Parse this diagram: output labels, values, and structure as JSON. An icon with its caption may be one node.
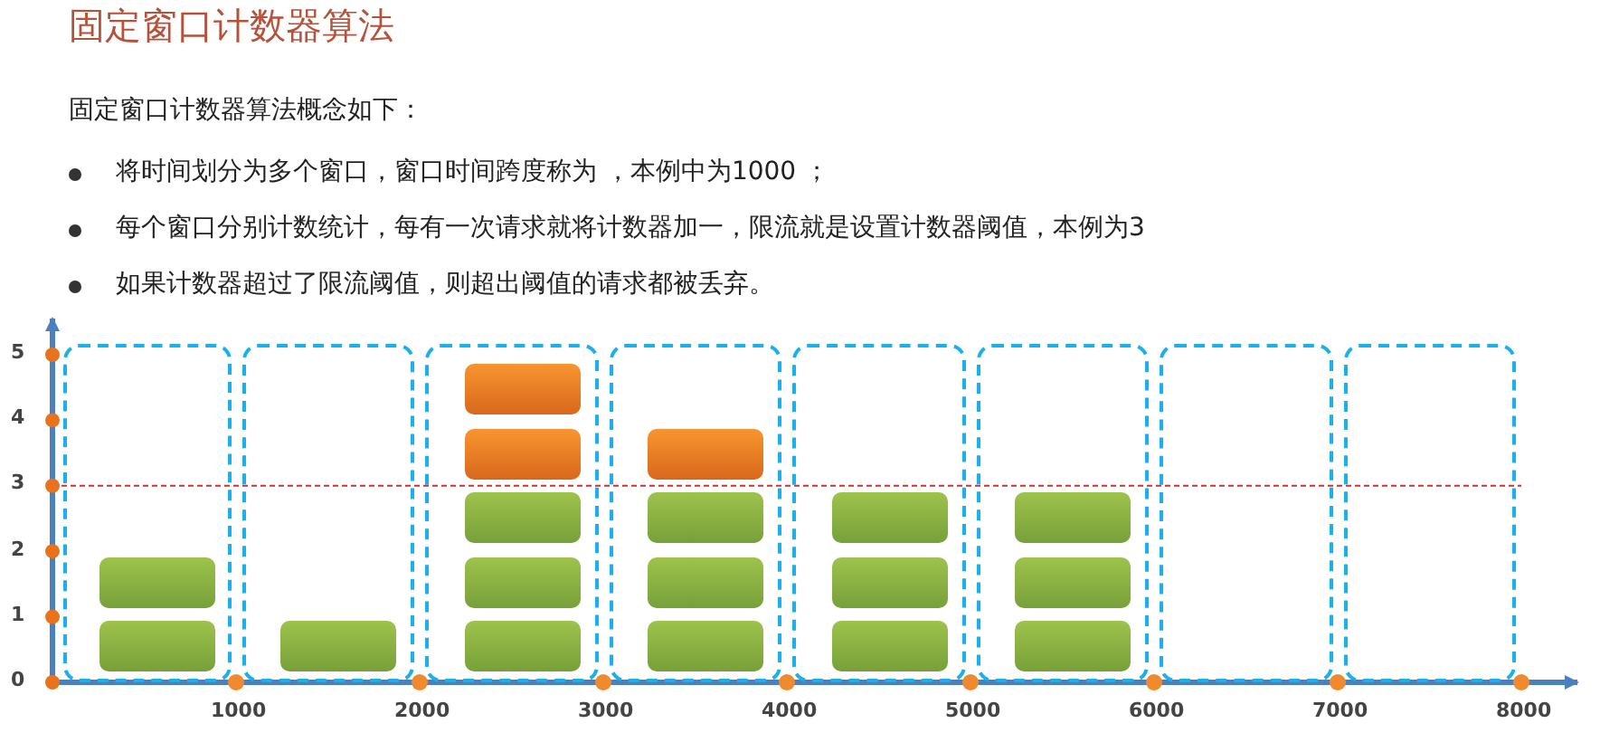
{
  "diagram": {
    "title": "固定窗口计数器算法",
    "nodes": [
      {
        "text": [],
        "shape": "box"
      },
      {
        "text": [],
        "shape": "box",
        "in": 0
      },
      {
        "text": [],
        "shape": "box",
        "in": 0
      },
      {
        "text": [],
        "shape": "box"
      },
      {
        "text": [],
        "shape": "box",
        "in": 3
      },
      {
        "text": [],
        "shape": "box"
      },
      {
        "text": [],
        "shape": "box",
        "in": 5
      },
      {
        "text": [],
        "shape": "box",
        "in": 5
      },
      {
        "text": [],
        "shape": "box",
        "in": 5
      },
      {
        "text": [],
        "shape": "box",
        "in": 5
      },
      {
        "text": [],
        "shape": "box",
        "in": 5
      },
      {
        "text": [],
        "shape": "box"
      },
      {
        "text": [],
        "shape": "box",
        "in": 11
      },
      {
        "text": [],
        "shape": "box",
        "in": 11
      },
      {
        "text": [],
        "shape": "box",
        "in": 11
      },
      {
        "text": [],
        "shape": "box",
        "in": 11
      },
      {
        "text": [],
        "shape": "box"
      },
      {
        "text": [],
        "shape": "box",
        "in": 16
      },
      {
        "text": [],
        "shape": "box",
        "in": 16
      },
      {
        "text": [],
        "shape": "box",
        "in": 16
      },
      {
        "text": [],
        "shape": "box"
      },
      {
        "text": [],
        "shape": "box",
        "in": 20
      },
      {
        "text": [],
        "shape": "box",
        "in": 20
      },
      {
        "text": [],
        "shape": "box",
        "in": 20
      },
      {
        "text": [],
        "shape": "box"
      },
      {
        "text": [],
        "shape": "box"
      }
    ],
    "labels": [
      "固定窗口计数器算法概念如下：",
      "将时间划分为多个窗口，窗口时间跨度称为 ，本例中为1000 ；",
      "每个窗口分别计数统计，每有一次请求就将计数器加一，限流就是设置计数器阈值，本例为3",
      "如果计数器超过了限流阈值，则超出阈值的请求都被丢弃。",
      "5",
      "4",
      "3",
      "2",
      "1",
      "0",
      "1000",
      "2000",
      "3000",
      "4000",
      "5000",
      "6000",
      "7000",
      "8000"
    ]
  }
}
